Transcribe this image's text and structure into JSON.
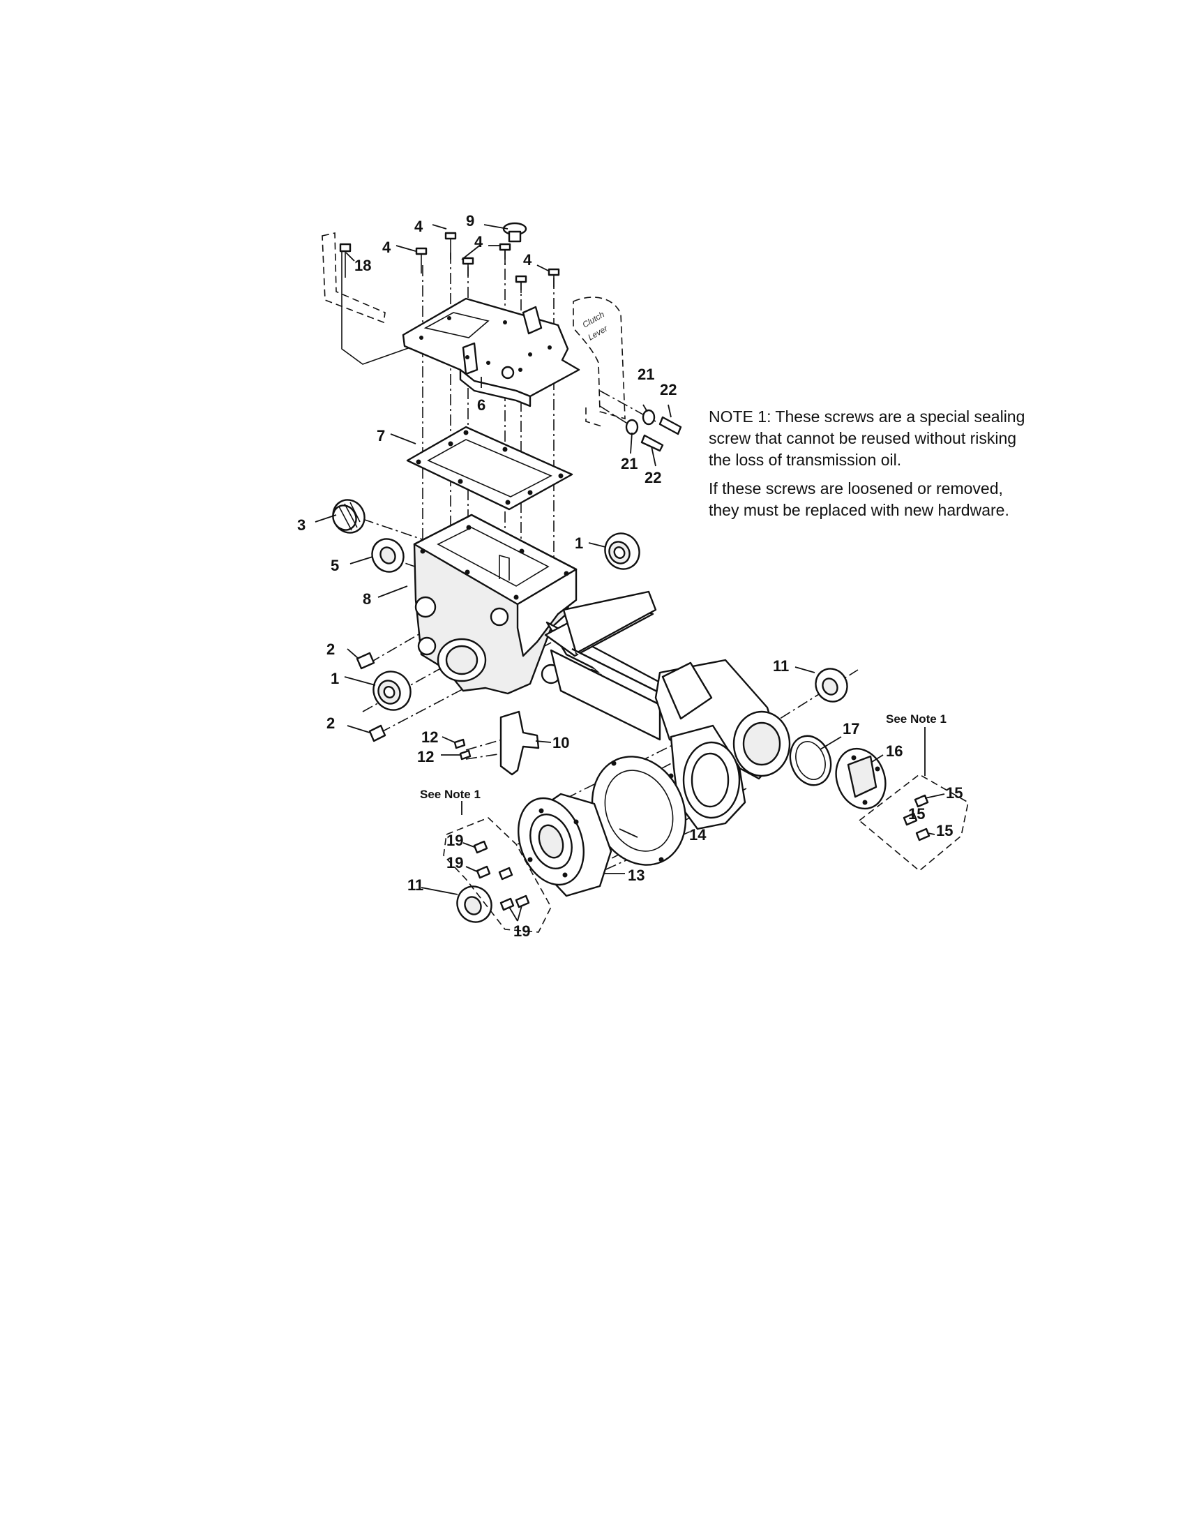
{
  "callouts": {
    "c1_top": "1",
    "c1_left": "1",
    "c2_a": "2",
    "c2_b": "2",
    "c3": "3",
    "c4_a": "4",
    "c4_b": "4",
    "c4_c": "4",
    "c4_d": "4",
    "c5": "5",
    "c6": "6",
    "c7": "7",
    "c8": "8",
    "c9": "9",
    "c10": "10",
    "c11_right": "11",
    "c11_left": "11",
    "c12_a": "12",
    "c12_b": "12",
    "c13": "13",
    "c14": "14",
    "c15_a": "15",
    "c15_b": "15",
    "c15_c": "15",
    "c16": "16",
    "c17": "17",
    "c18": "18",
    "c19_a": "19",
    "c19_b": "19",
    "c19_c": "19",
    "c21_a": "21",
    "c21_b": "21",
    "c22_a": "22",
    "c22_b": "22"
  },
  "see_note": {
    "left": "See Note 1",
    "right": "See Note 1"
  },
  "sticker": {
    "line1": "Clutch",
    "line2": "Lever"
  },
  "note": {
    "paragraph1": "NOTE 1: These screws are a special sealing screw that cannot be reused without risking the loss of transmission oil.",
    "paragraph2": "If these screws are loosened or removed, they must be replaced with new hardware."
  }
}
